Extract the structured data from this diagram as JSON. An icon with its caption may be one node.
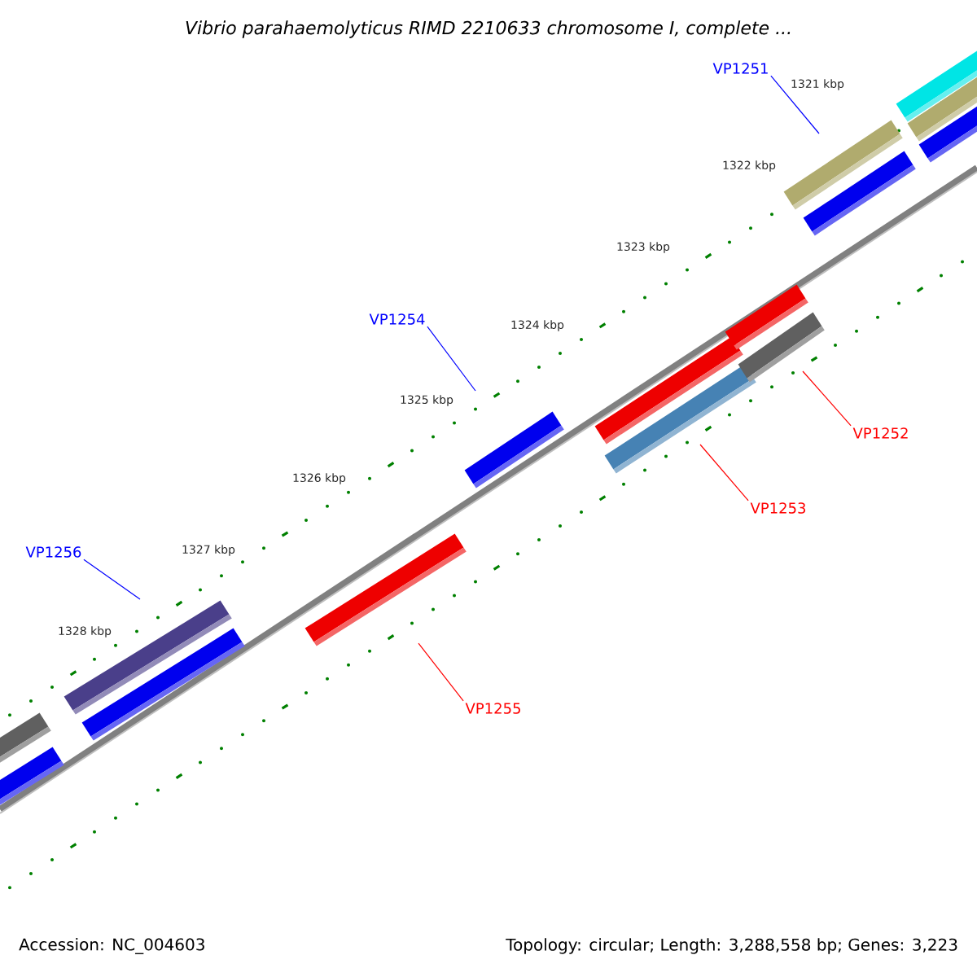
{
  "diagram": {
    "title": "Vibrio parahaemolyticus RIMD 2210633 chromosome I, complete ...",
    "nodes": [
      {
        "text": [
          "VP1251"
        ]
      },
      {
        "text": [
          "VP1254"
        ]
      },
      {
        "text": [
          "VP1256"
        ]
      },
      {
        "text": [
          "VP1252"
        ]
      },
      {
        "text": [
          "VP1253"
        ]
      },
      {
        "text": [
          "VP1255"
        ]
      }
    ],
    "edges": [
      {
        "from": 0,
        "to": null,
        "arrow": "none",
        "color": "#0000ff"
      },
      {
        "from": 1,
        "to": null,
        "arrow": "none",
        "color": "#0000ff"
      },
      {
        "from": 2,
        "to": null,
        "arrow": "none",
        "color": "#0000ff"
      },
      {
        "from": 3,
        "to": null,
        "arrow": "none",
        "color": "#ff0000"
      },
      {
        "from": 4,
        "to": null,
        "arrow": "none",
        "color": "#ff0000"
      },
      {
        "from": 5,
        "to": null,
        "arrow": "none",
        "color": "#ff0000"
      }
    ],
    "labels": [
      "1321 kbp",
      "1322 kbp",
      "1323 kbp",
      "1324 kbp",
      "1325 kbp",
      "1326 kbp",
      "1327 kbp",
      "1328 kbp",
      "Accession: NC_004603",
      "Topology: circular; Length: 3,288,558 bp; Genes: 3,223"
    ]
  }
}
